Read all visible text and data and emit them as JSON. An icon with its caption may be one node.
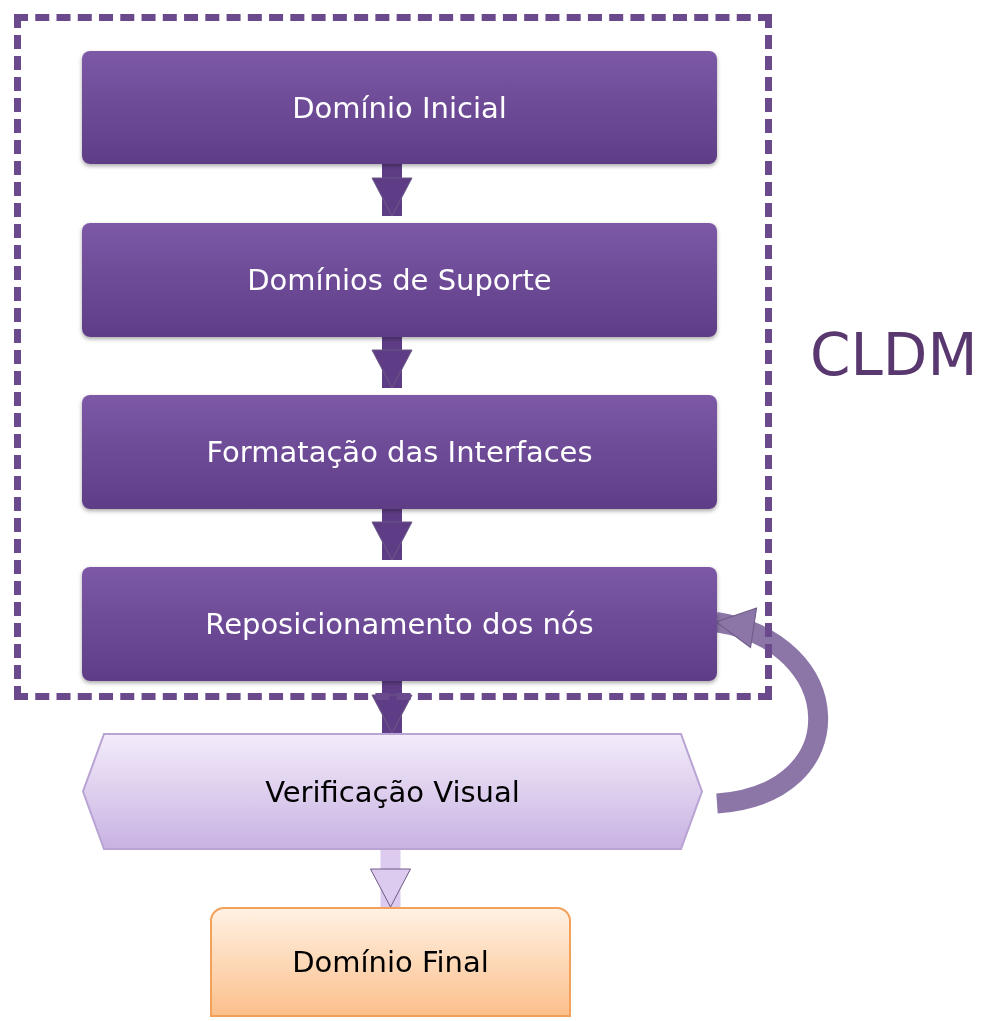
{
  "diagram": {
    "nodes": [
      {
        "text": [
          "CLDM"
        ]
      },
      {
        "text": [
          "Domínio Inicial"
        ],
        "in": 0
      },
      {
        "text": [
          "Domínios de Suporte"
        ],
        "in": 0
      },
      {
        "text": [
          "Formatação das Interfaces"
        ],
        "in": 0
      },
      {
        "text": [
          "Reposicionamento dos nós"
        ],
        "in": 0
      },
      {
        "text": [
          "Verificação Visual"
        ]
      },
      {
        "text": [
          "Domínio Final"
        ]
      }
    ],
    "edges": [
      {
        "from": 1,
        "to": 2,
        "arrow": "to"
      },
      {
        "from": 2,
        "to": 3,
        "arrow": "to"
      },
      {
        "from": 3,
        "to": 4,
        "arrow": "to"
      },
      {
        "from": 4,
        "to": 5,
        "arrow": "to"
      },
      {
        "from": 5,
        "to": 6,
        "arrow": "to",
        "color": "#dccbef"
      },
      {
        "from": 5,
        "to": 4,
        "arrow": "to",
        "color": "#8c76a8"
      }
    ]
  }
}
